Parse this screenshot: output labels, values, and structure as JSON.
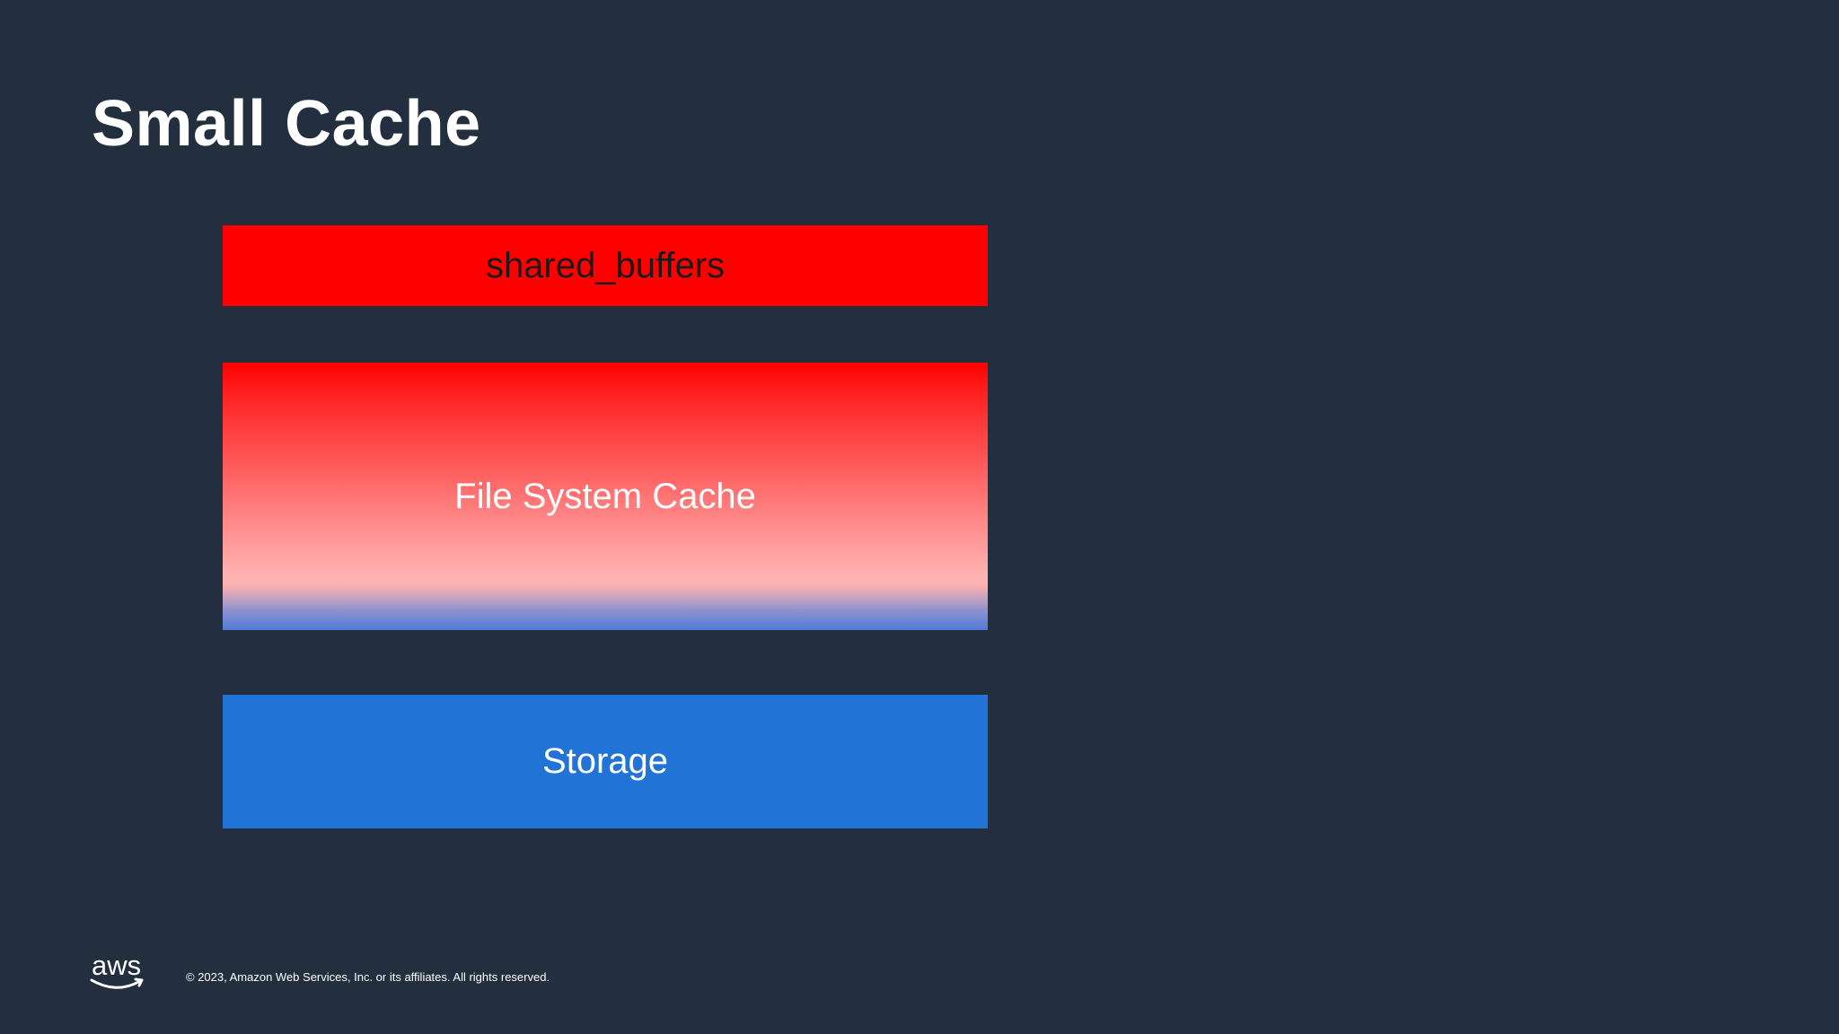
{
  "slide": {
    "title": "Small Cache"
  },
  "diagram": {
    "boxes": [
      {
        "label": "shared_buffers",
        "color": "#ff0000"
      },
      {
        "label": "File System Cache",
        "gradient_top": "#ff0000",
        "gradient_mid": "#ffb3b3",
        "gradient_bottom": "#4f7ad6"
      },
      {
        "label": "Storage",
        "color": "#2174d6"
      }
    ]
  },
  "footer": {
    "logo": "aws",
    "copyright": "© 2023, Amazon Web Services, Inc. or its affiliates. All rights reserved."
  },
  "colors": {
    "background": "#232f3e",
    "text": "#ffffff",
    "logo_smile": "#ffffff"
  }
}
